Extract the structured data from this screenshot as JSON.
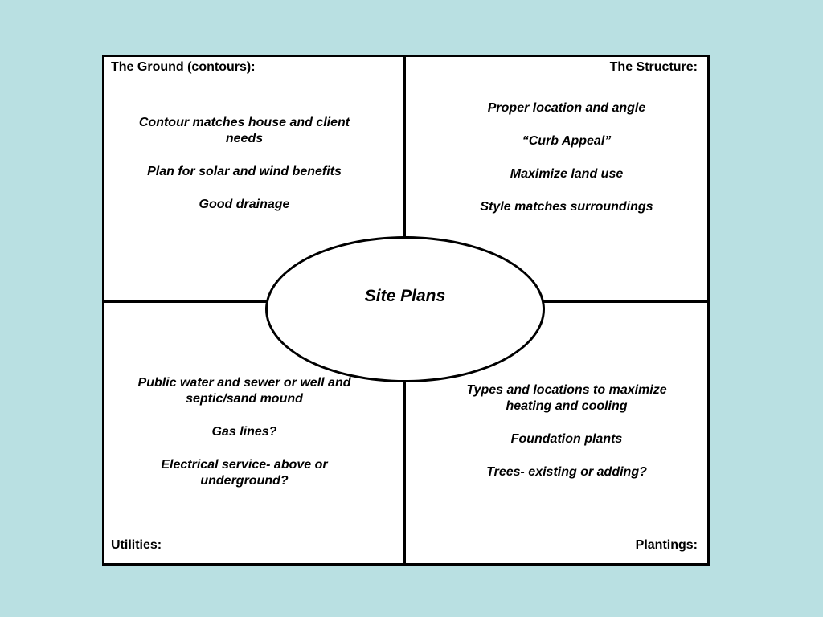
{
  "center": {
    "title": "Site Plans"
  },
  "quadrants": {
    "ground": {
      "label": "The Ground (contours):",
      "items": [
        "Contour matches house and client needs",
        "Plan for solar and wind benefits",
        "Good drainage"
      ]
    },
    "structure": {
      "label": "The Structure:",
      "items": [
        "Proper location and angle",
        "“Curb Appeal”",
        "Maximize land use",
        "Style matches surroundings"
      ]
    },
    "utilities": {
      "label": "Utilities:",
      "items": [
        "Public water and sewer or well and septic/sand mound",
        "Gas lines?",
        "Electrical service- above or underground?"
      ]
    },
    "plantings": {
      "label": "Plantings:",
      "items": [
        "Types and locations to maximize heating and cooling",
        "Foundation plants",
        "Trees- existing or adding?"
      ]
    }
  },
  "colors": {
    "background": "#b9e0e2",
    "panel": "#ffffff",
    "lines": "#000000"
  }
}
